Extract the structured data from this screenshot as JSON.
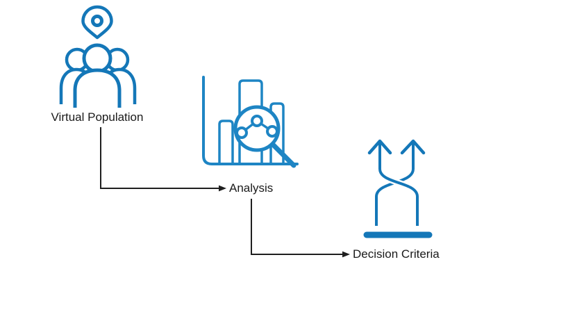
{
  "colors": {
    "icon_blue": "#1477b8",
    "icon_blue_light": "#1e85c4",
    "connector": "#1f1f1f",
    "text": "#1a1a1a",
    "background": "#ffffff"
  },
  "nodes": [
    {
      "id": "virtual-population",
      "label": "Virtual Population",
      "icon": "population-location-pin-icon"
    },
    {
      "id": "analysis",
      "label": "Analysis",
      "icon": "bar-chart-magnifier-icon"
    },
    {
      "id": "decision-criteria",
      "label": "Decision Criteria",
      "icon": "crossing-arrows-icon"
    }
  ],
  "connectors": [
    {
      "from": "virtual-population",
      "to": "analysis",
      "style": "elbow-down-right-arrow"
    },
    {
      "from": "analysis",
      "to": "decision-criteria",
      "style": "elbow-down-right-arrow"
    }
  ]
}
